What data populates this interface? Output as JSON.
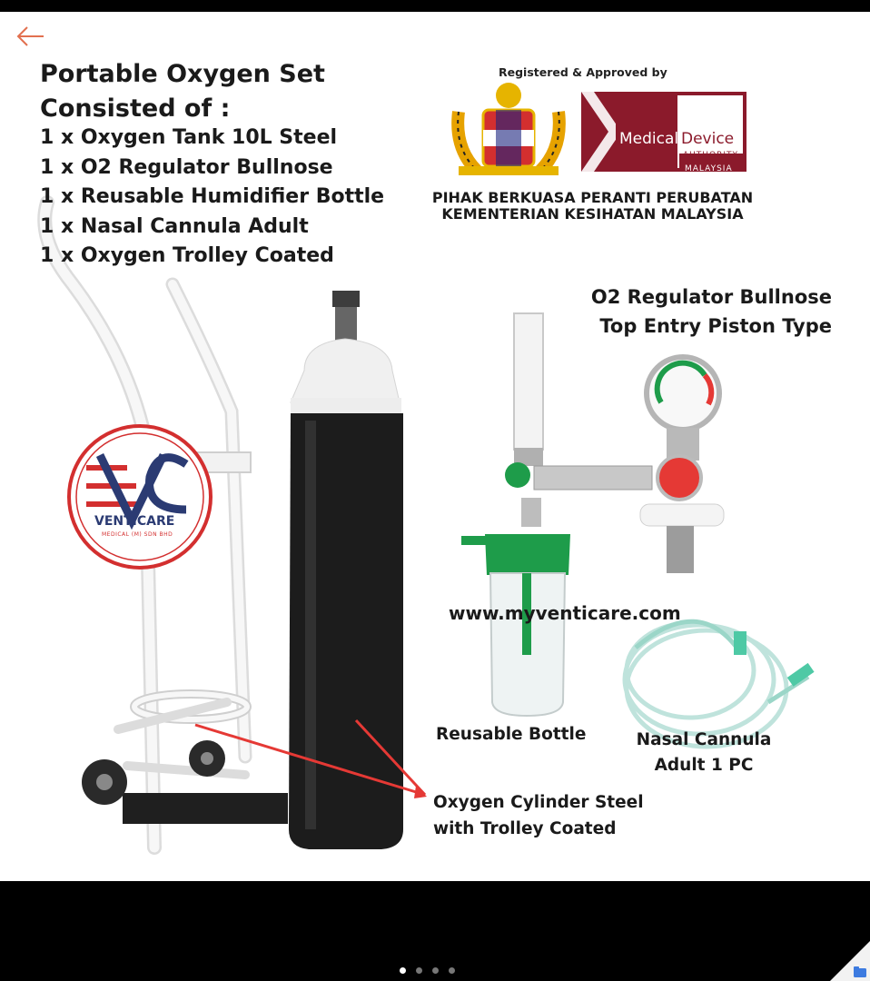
{
  "heading": {
    "line1": "Portable Oxygen Set",
    "line2": "Consisted of :"
  },
  "items": [
    "1 x Oxygen Tank 10L Steel",
    "1 x O2 Regulator Bullnose",
    "1 x Reusable Humidifier Bottle",
    "1 x Nasal Cannula Adult",
    "1 x Oxygen Trolley Coated"
  ],
  "registration": {
    "label": "Registered & Approved by",
    "mda_name": "Medical",
    "mda_name2": "Device",
    "mda_sub1": "AUTHORITY",
    "mda_sub2": "MALAYSIA",
    "authority_line1": "PIHAK BERKUASA PERANTI PERUBATAN",
    "authority_line2": "KEMENTERIAN KESIHATAN MALAYSIA"
  },
  "brand": {
    "name": "VENTICARE",
    "sub": "MEDICAL (M) SDN BHD"
  },
  "regulator": {
    "line1": "O2 Regulator Bullnose",
    "line2": "Top Entry Piston Type"
  },
  "website": "www.myventicare.com",
  "labels": {
    "bottle": "Reusable Bottle",
    "cannula1": "Nasal Cannula",
    "cannula2": "Adult  1 PC",
    "cylinder1": "Oxygen Cylinder Steel",
    "cylinder2": "with Trolley Coated"
  },
  "carousel": {
    "count": 4,
    "active_index": 0
  },
  "colors": {
    "accent": "#e53935",
    "mda": "#8b1a2b",
    "regulator_green": "#1e9c4a",
    "tank": "#1c1c1c"
  },
  "icons": {
    "back": "arrow-left-icon",
    "corner": "folder-icon"
  }
}
